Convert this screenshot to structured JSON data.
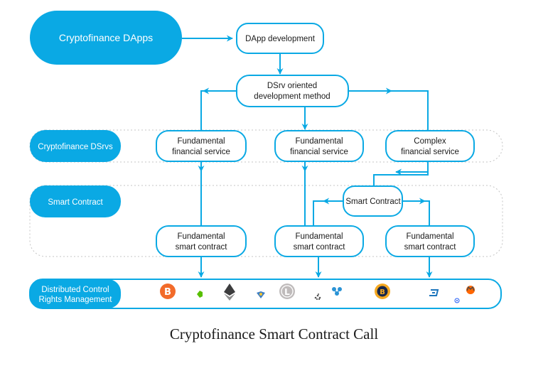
{
  "nodes": {
    "cryptofinance_dapps": "Cryptofinance DApps",
    "dapp_development": "DApp development",
    "dsrv_method": [
      "DSrv oriented",
      "development method"
    ],
    "fundamental_fs_1": [
      "Fundamental",
      "financial service"
    ],
    "fundamental_fs_2": [
      "Fundamental",
      "financial service"
    ],
    "complex_fs": [
      "Complex",
      "financial service"
    ],
    "smart_contract": "Smart Contract",
    "fundamental_sc_1": [
      "Fundamental",
      "smart contract"
    ],
    "fundamental_sc_2": [
      "Fundamental",
      "smart contract"
    ],
    "fundamental_sc_3": [
      "Fundamental",
      "smart contract"
    ]
  },
  "lanes": {
    "dsrvs": "Cryptofinance DSrvs",
    "smart_contract": "Smart Contract",
    "dcrm": [
      "Distributed Control",
      "Rights Management"
    ]
  },
  "coin_icons": [
    "bitcoin-icon",
    "neo-icon",
    "ethereum-icon",
    "bancor-icon",
    "litecoin-icon",
    "iota-icon",
    "ripple-icon",
    "bitcoin-gold-icon",
    "dash-icon",
    "monero-icon",
    "waves-icon"
  ],
  "caption": "Cryptofinance Smart Contract Call",
  "colors": {
    "accent": "#0aa9e4",
    "dot_border": "#c4c4c4",
    "text": "#1a1a1a"
  }
}
